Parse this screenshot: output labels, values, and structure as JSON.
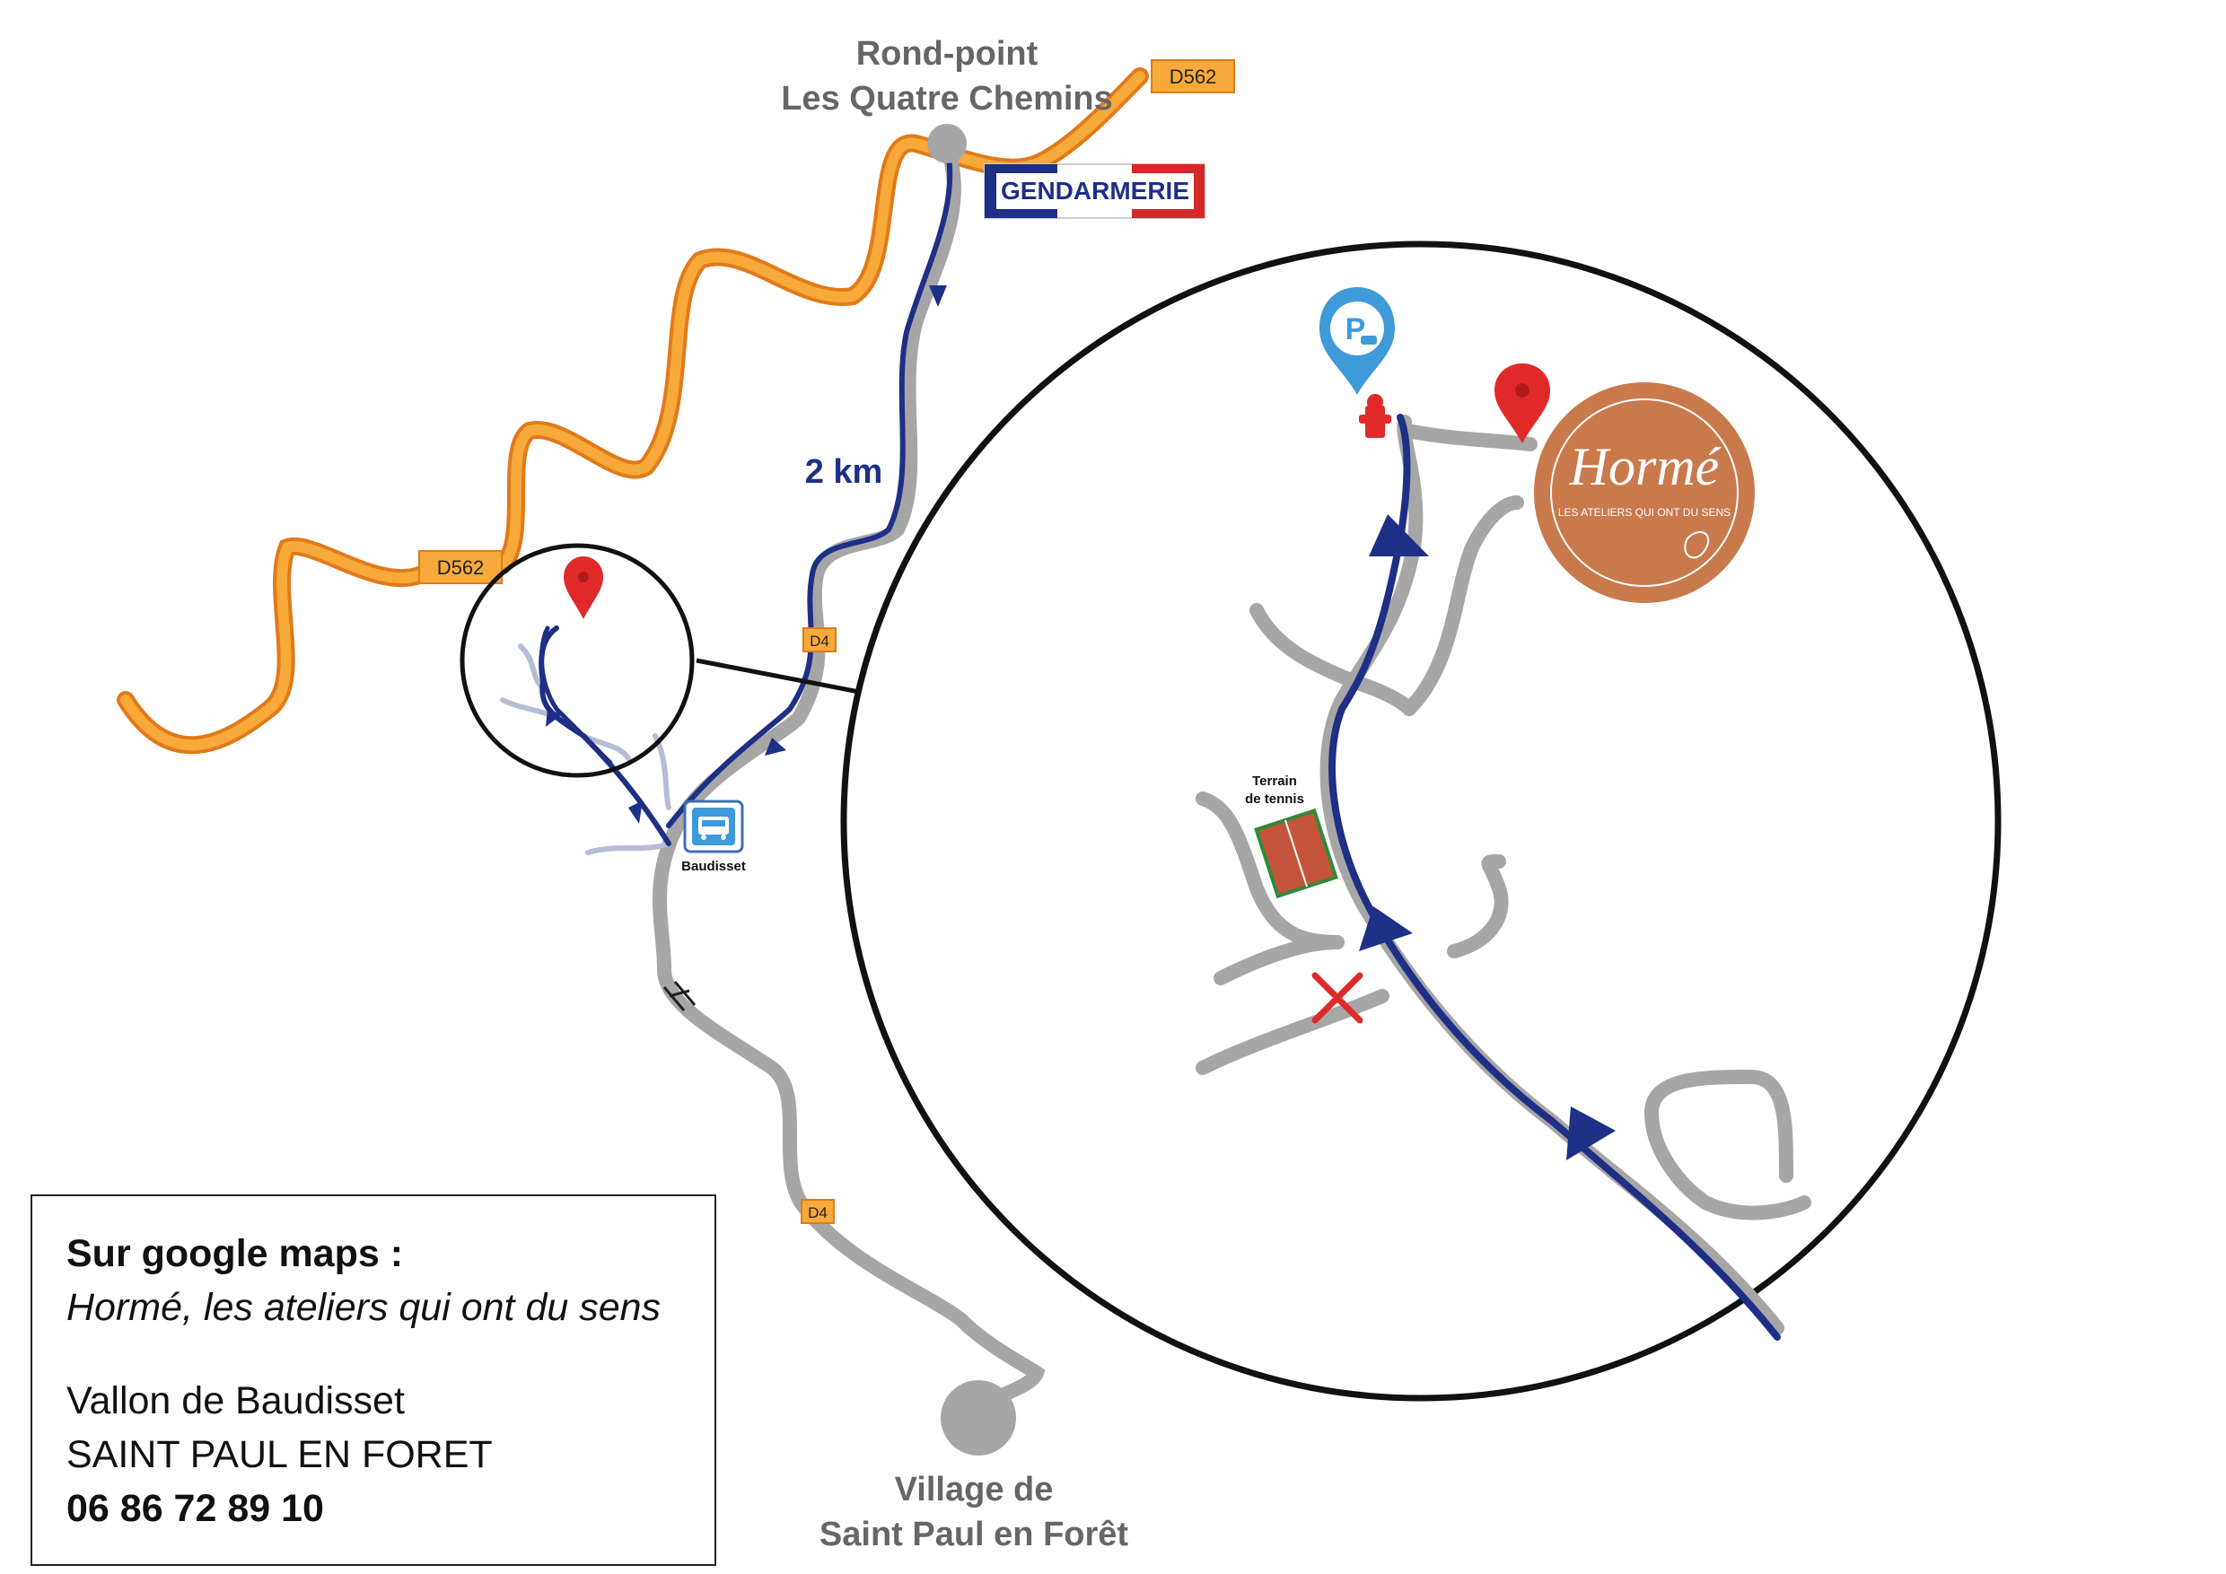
{
  "labels": {
    "roundabout_line1": "Rond-point",
    "roundabout_line2": "Les Quatre Chemins",
    "village_line1": "Village de",
    "village_line2": "Saint Paul en Forêt",
    "distance": "2 km",
    "gendarmerie": "GENDARMERIE",
    "bus_stop": "Baudisset",
    "tennis_line1": "Terrain",
    "tennis_line2": "de tennis"
  },
  "road_signs": {
    "d562_top": "D562",
    "d562_left": "D562",
    "d4_upper": "D4",
    "d4_lower": "D4"
  },
  "logo": {
    "name": "Hormé",
    "tagline": "LES ATELIERS QUI ONT DU SENS",
    "color": "#c97a4c"
  },
  "info": {
    "heading": "Sur google maps :",
    "place_name": "Hormé, les ateliers qui ont du sens",
    "address_line1": "Vallon de Baudisset",
    "address_line2": "SAINT PAUL EN FORET",
    "phone": "06 86 72 89 10"
  },
  "icons": {
    "parking": "parking-car-pin-icon",
    "destination": "map-pin-icon",
    "hydrant": "fire-hydrant-icon",
    "no_entry": "cross-icon",
    "bus": "bus-stop-icon",
    "bridge": "bridge-icon"
  },
  "colors": {
    "route": "#1e2f86",
    "road": "#a6a6a6",
    "d562_road": "#f7a93a",
    "d562_border": "#e07a1a",
    "pin": "#e02a2a",
    "parking": "#3e9ad8",
    "tennis_court": "#c5553a"
  }
}
